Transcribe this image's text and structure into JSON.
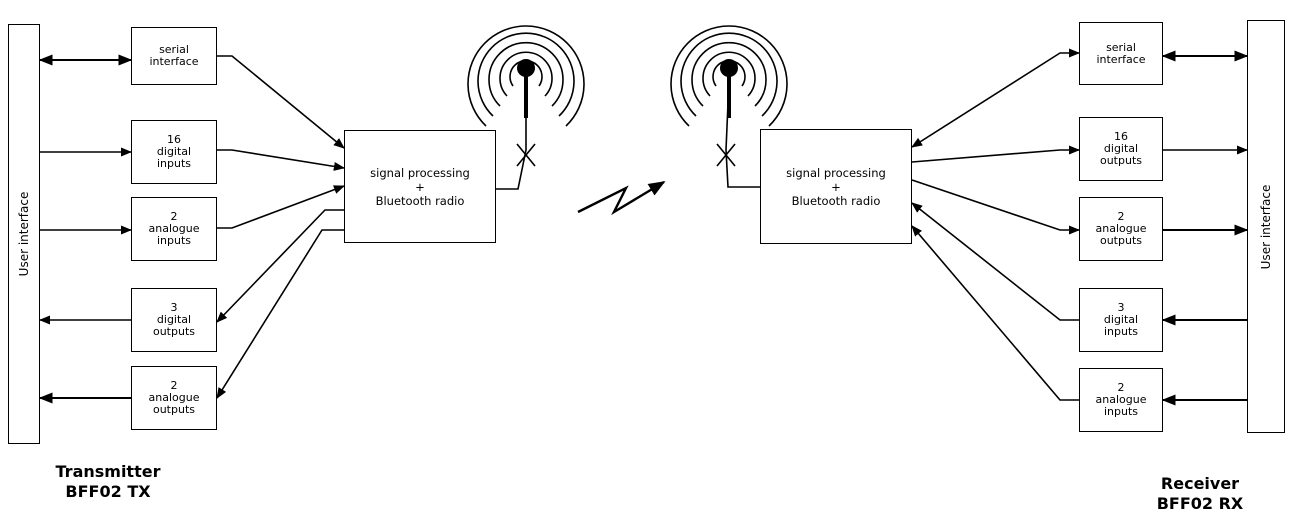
{
  "transmitter": {
    "user_interface": "User interface",
    "blocks": {
      "serial": [
        "serial",
        "interface"
      ],
      "digital_in": [
        "16",
        "digital",
        "inputs"
      ],
      "analogue_in": [
        "2",
        "analogue",
        "inputs"
      ],
      "digital_out": [
        "3",
        "digital",
        "outputs"
      ],
      "analogue_out": [
        "2",
        "analogue",
        "outputs"
      ]
    },
    "processor": [
      "signal processing",
      "+",
      "Bluetooth radio"
    ],
    "caption": [
      "Transmitter",
      "BFF02  TX"
    ]
  },
  "receiver": {
    "user_interface": "User interface",
    "blocks": {
      "serial": [
        "serial",
        "interface"
      ],
      "digital_out": [
        "16",
        "digital",
        "outputs"
      ],
      "analogue_out": [
        "2",
        "analogue",
        "outputs"
      ],
      "digital_in": [
        "3",
        "digital",
        "inputs"
      ],
      "analogue_in": [
        "2",
        "analogue",
        "inputs"
      ]
    },
    "processor": [
      "signal processing",
      "+",
      "Bluetooth radio"
    ],
    "caption": [
      "Receiver",
      "BFF02  RX"
    ]
  }
}
